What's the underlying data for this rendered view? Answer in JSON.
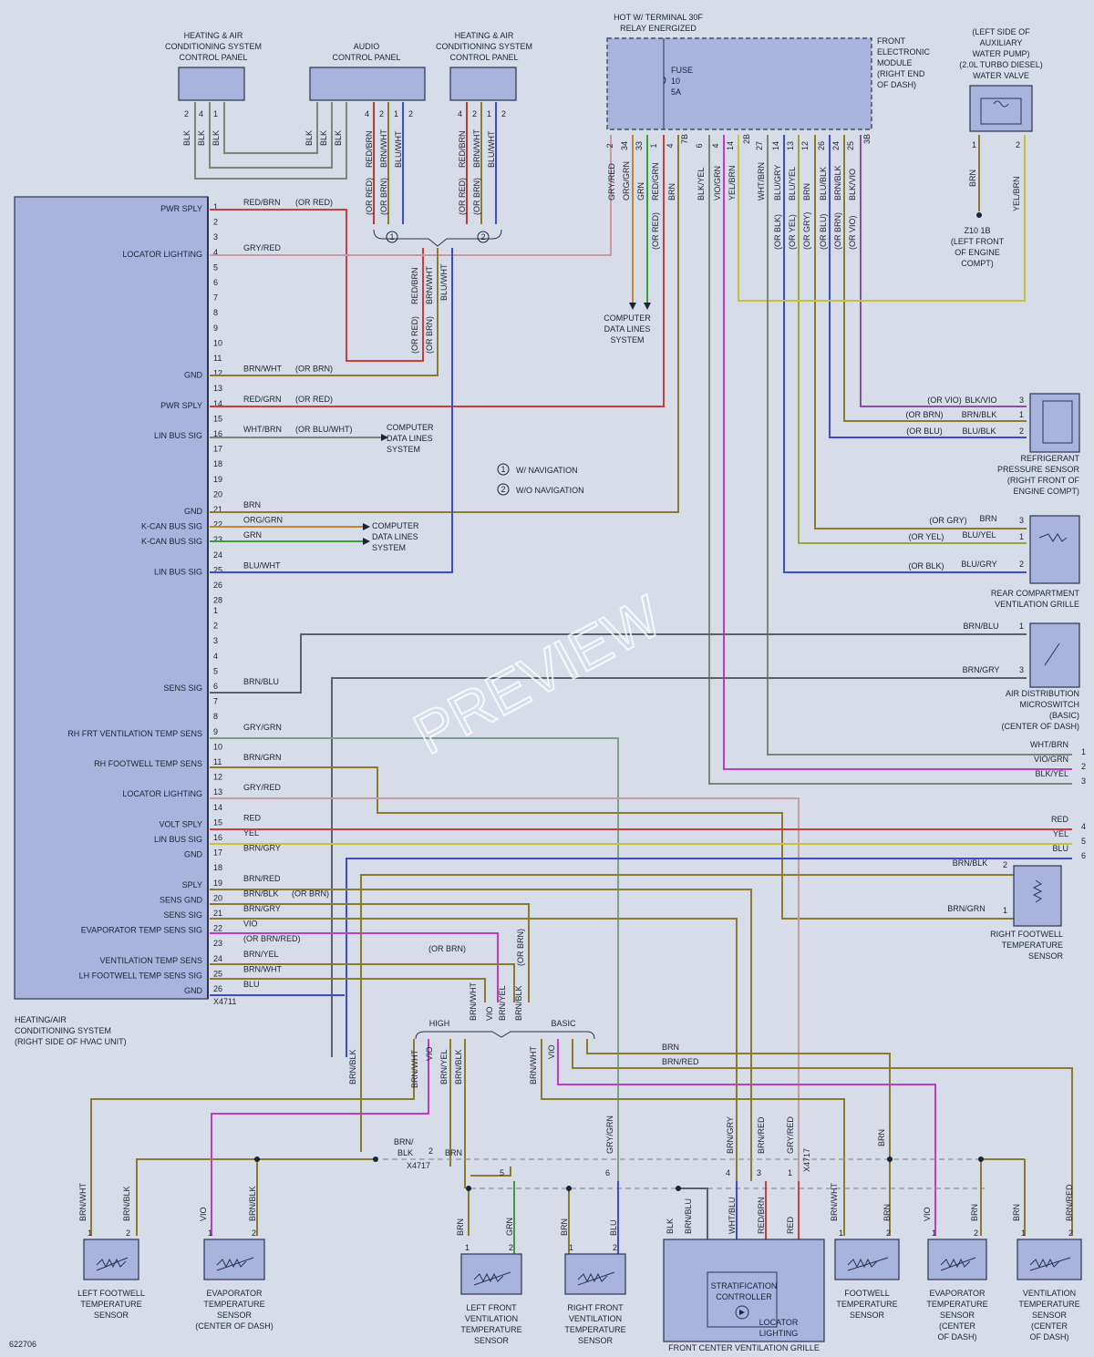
{
  "top": {
    "hvac_panel_1": [
      "HEATING & AIR",
      "CONDITIONING SYSTEM",
      "CONTROL PANEL"
    ],
    "audio_panel": [
      "AUDIO",
      "CONTROL PANEL"
    ],
    "hvac_panel_2": [
      "HEATING & AIR",
      "CONDITIONING SYSTEM",
      "CONTROL PANEL"
    ],
    "hot_label": [
      "HOT W/ TERMINAL 30F",
      "RELAY ENERGIZED"
    ],
    "fuse": [
      "FUSE",
      "10",
      "5A"
    ],
    "fem": [
      "FRONT",
      "ELECTRONIC",
      "MODULE",
      "(RIGHT END",
      "OF DASH)"
    ],
    "water_valve": [
      "(LEFT SIDE OF",
      "AUXILIARY",
      "WATER PUMP)",
      "(2.0L TURBO DIESEL)",
      "WATER VALVE"
    ],
    "ground_z10": [
      "Z10 1B",
      "(LEFT FRONT",
      "OF ENGINE",
      "COMPT)"
    ],
    "computer_data": [
      "COMPUTER",
      "DATA LINES",
      "SYSTEM"
    ]
  },
  "module_left_pins_a": [
    {
      "pin": "1",
      "label": "PWR SPLY",
      "wire": "RED/BRN",
      "alt": "(OR RED)"
    },
    {
      "pin": "2",
      "label": "",
      "wire": "",
      "alt": ""
    },
    {
      "pin": "3",
      "label": "",
      "wire": "",
      "alt": ""
    },
    {
      "pin": "4",
      "label": "LOCATOR LIGHTING",
      "wire": "GRY/RED",
      "alt": ""
    },
    {
      "pin": "5",
      "label": "",
      "wire": "",
      "alt": ""
    },
    {
      "pin": "6",
      "label": "",
      "wire": "",
      "alt": ""
    },
    {
      "pin": "7",
      "label": "",
      "wire": "",
      "alt": ""
    },
    {
      "pin": "8",
      "label": "",
      "wire": "",
      "alt": ""
    },
    {
      "pin": "9",
      "label": "",
      "wire": "",
      "alt": ""
    },
    {
      "pin": "10",
      "label": "",
      "wire": "",
      "alt": ""
    },
    {
      "pin": "11",
      "label": "",
      "wire": "",
      "alt": ""
    },
    {
      "pin": "12",
      "label": "GND",
      "wire": "BRN/WHT",
      "alt": "(OR BRN)"
    },
    {
      "pin": "13",
      "label": "",
      "wire": "",
      "alt": ""
    },
    {
      "pin": "14",
      "label": "PWR SPLY",
      "wire": "RED/GRN",
      "alt": "(OR RED)"
    },
    {
      "pin": "15",
      "label": "",
      "wire": "",
      "alt": ""
    },
    {
      "pin": "16",
      "label": "LIN BUS SIG",
      "wire": "WHT/BRN",
      "alt": "(OR BLU/WHT)"
    },
    {
      "pin": "17",
      "label": "",
      "wire": "",
      "alt": ""
    },
    {
      "pin": "18",
      "label": "",
      "wire": "",
      "alt": ""
    },
    {
      "pin": "19",
      "label": "",
      "wire": "",
      "alt": ""
    },
    {
      "pin": "20",
      "label": "",
      "wire": "",
      "alt": ""
    },
    {
      "pin": "21",
      "label": "GND",
      "wire": "BRN",
      "alt": ""
    },
    {
      "pin": "22",
      "label": "K-CAN BUS SIG",
      "wire": "ORG/GRN",
      "alt": ""
    },
    {
      "pin": "23",
      "label": "K-CAN BUS SIG",
      "wire": "GRN",
      "alt": ""
    },
    {
      "pin": "24",
      "label": "",
      "wire": "",
      "alt": ""
    },
    {
      "pin": "25",
      "label": "LIN BUS SIG",
      "wire": "BLU/WHT",
      "alt": ""
    },
    {
      "pin": "26",
      "label": "",
      "wire": "",
      "alt": ""
    },
    {
      "pin": "28",
      "label": "",
      "wire": "",
      "alt": ""
    }
  ],
  "module_left_pins_b": [
    {
      "pin": "1",
      "label": "",
      "wire": "",
      "alt": ""
    },
    {
      "pin": "2",
      "label": "",
      "wire": "",
      "alt": ""
    },
    {
      "pin": "3",
      "label": "",
      "wire": "",
      "alt": ""
    },
    {
      "pin": "4",
      "label": "",
      "wire": "",
      "alt": ""
    },
    {
      "pin": "5",
      "label": "",
      "wire": "",
      "alt": ""
    },
    {
      "pin": "6",
      "label": "SENS SIG",
      "wire": "BRN/BLU",
      "alt": ""
    },
    {
      "pin": "7",
      "label": "",
      "wire": "",
      "alt": ""
    },
    {
      "pin": "8",
      "label": "",
      "wire": "",
      "alt": ""
    },
    {
      "pin": "9",
      "label": "RH FRT VENTILATION TEMP SENS",
      "wire": "GRY/GRN",
      "alt": ""
    },
    {
      "pin": "10",
      "label": "",
      "wire": "",
      "alt": ""
    },
    {
      "pin": "11",
      "label": "RH FOOTWELL TEMP SENS",
      "wire": "BRN/GRN",
      "alt": ""
    },
    {
      "pin": "12",
      "label": "",
      "wire": "",
      "alt": ""
    },
    {
      "pin": "13",
      "label": "LOCATOR LIGHTING",
      "wire": "GRY/RED",
      "alt": ""
    },
    {
      "pin": "14",
      "label": "",
      "wire": "",
      "alt": ""
    },
    {
      "pin": "15",
      "label": "VOLT SPLY",
      "wire": "RED",
      "alt": ""
    },
    {
      "pin": "16",
      "label": "LIN BUS SIG",
      "wire": "YEL",
      "alt": ""
    },
    {
      "pin": "17",
      "label": "GND",
      "wire": "BRN/GRY",
      "alt": ""
    },
    {
      "pin": "18",
      "label": "",
      "wire": "",
      "alt": ""
    },
    {
      "pin": "19",
      "label": "SPLY",
      "wire": "BRN/RED",
      "alt": ""
    },
    {
      "pin": "20",
      "label": "SENS GND",
      "wire": "BRN/BLK",
      "alt": "(OR BRN)"
    },
    {
      "pin": "21",
      "label": "SENS SIG",
      "wire": "BRN/GRY",
      "alt": ""
    },
    {
      "pin": "22",
      "label": "EVAPORATOR TEMP SENS SIG",
      "wire": "VIO",
      "alt": ""
    },
    {
      "pin": "23",
      "label": "",
      "wire": "(OR BRN/RED)",
      "alt": ""
    },
    {
      "pin": "24",
      "label": "VENTILATION TEMP SENS",
      "wire": "BRN/YEL",
      "alt": ""
    },
    {
      "pin": "25",
      "label": "LH FOOTWELL TEMP SENS SIG",
      "wire": "BRN/WHT",
      "alt": ""
    },
    {
      "pin": "26",
      "label": "GND",
      "wire": "BLU",
      "alt": ""
    }
  ],
  "module": {
    "connector": "X4711",
    "name": [
      "HEATING/AIR",
      "CONDITIONING SYSTEM",
      "(RIGHT SIDE OF HVAC UNIT)"
    ]
  },
  "legend": [
    {
      "num": "1",
      "text": "W/ NAVIGATION"
    },
    {
      "num": "2",
      "text": "W/O NAVIGATION"
    }
  ],
  "fem_pins": [
    {
      "pin": "2",
      "wire": "GRY/RED",
      "alt": ""
    },
    {
      "pin": "34",
      "wire": "ORG/GRN",
      "alt": ""
    },
    {
      "pin": "33",
      "wire": "GRN",
      "alt": ""
    },
    {
      "pin": "1",
      "wire": "RED/GRN",
      "alt": "(OR RED)"
    },
    {
      "pin": "4",
      "wire": "BRN",
      "alt": ""
    },
    {
      "pin": "6",
      "wire": "BLK/YEL",
      "alt": ""
    },
    {
      "pin": "4",
      "wire": "VIO/GRN",
      "alt": ""
    },
    {
      "pin": "14",
      "wire": "YEL/BRN",
      "alt": ""
    },
    {
      "pin": "27",
      "wire": "WHT/BRN",
      "alt": ""
    },
    {
      "pin": "14",
      "wire": "BLU/GRY",
      "alt": "(OR BLK)"
    },
    {
      "pin": "13",
      "wire": "BLU/YEL",
      "alt": "(OR YEL)"
    },
    {
      "pin": "12",
      "wire": "BRN",
      "alt": "(OR GRY)"
    },
    {
      "pin": "26",
      "wire": "BLU/BLK",
      "alt": "(OR BLU)"
    },
    {
      "pin": "24",
      "wire": "BRN/BLK",
      "alt": "(OR BRN)"
    },
    {
      "pin": "25",
      "wire": "BLK/VIO",
      "alt": "(OR VIO)"
    }
  ],
  "fem_pin_extra": [
    "7B",
    "2B",
    "3B"
  ],
  "panel_pins_1": [
    "2",
    "4",
    "1"
  ],
  "panel_wires_1": [
    "BLK",
    "BLK",
    "BLK"
  ],
  "audio_pins": [
    "4",
    "2",
    "1",
    "2"
  ],
  "audio_wires": [
    "RED/BRN",
    "BRN/WHT",
    "BLU/WHT"
  ],
  "panel2_pins": [
    "4",
    "2",
    "1",
    "2"
  ],
  "panel2_wires": [
    "RED/BRN",
    "BRN/WHT",
    "BLU/WHT"
  ],
  "valve_pins": [
    "1",
    "2"
  ],
  "valve_wires": [
    "BRN",
    "YEL/BRN"
  ],
  "right_components": {
    "refrigerant": {
      "name": [
        "REFRIGERANT",
        "PRESSURE SENSOR",
        "(RIGHT FRONT OF",
        "ENGINE COMPT)"
      ],
      "rows": [
        {
          "alt": "(OR VIO)",
          "wire": "BLK/VIO",
          "pin": "3"
        },
        {
          "alt": "(OR BRN)",
          "wire": "BRN/BLK",
          "pin": "1"
        },
        {
          "alt": "(OR BLU)",
          "wire": "BLU/BLK",
          "pin": "2"
        }
      ]
    },
    "rear_grille": {
      "name": [
        "REAR COMPARTMENT",
        "VENTILATION GRILLE"
      ],
      "rows": [
        {
          "alt": "(OR GRY)",
          "wire": "BRN",
          "pin": "3"
        },
        {
          "alt": "(OR YEL)",
          "wire": "BLU/YEL",
          "pin": "1"
        },
        {
          "alt": "(OR BLK)",
          "wire": "BLU/GRY",
          "pin": "2"
        }
      ]
    },
    "microswitch": {
      "name": [
        "AIR DISTRIBUTION",
        "MICROSWITCH",
        "(BASIC)",
        "(CENTER OF DASH)"
      ],
      "rows": [
        {
          "wire": "BRN/BLU",
          "pin": "1"
        },
        {
          "wire": "BRN/GRY",
          "pin": "3"
        }
      ]
    },
    "offpage": [
      {
        "wire": "WHT/BRN",
        "num": "1"
      },
      {
        "wire": "VIO/GRN",
        "num": "2"
      },
      {
        "wire": "BLK/YEL",
        "num": "3"
      },
      {
        "wire": "RED",
        "num": "4"
      },
      {
        "wire": "YEL",
        "num": "5"
      },
      {
        "wire": "BLU",
        "num": "6"
      }
    ],
    "rh_footwell": {
      "name": [
        "RIGHT FOOTWELL",
        "TEMPERATURE",
        "SENSOR"
      ],
      "rows": [
        {
          "wire": "BRN/BLK",
          "pin": "2"
        },
        {
          "wire": "BRN/GRN",
          "pin": "1"
        }
      ]
    }
  },
  "splice": {
    "high": "HIGH",
    "basic": "BASIC",
    "x4717": "X4717",
    "brn_blk": [
      "BRN/",
      "BLK"
    ]
  },
  "vertical_labels": [
    "(OR BRN)",
    "BRN/WHT",
    "VIO",
    "BRN/YEL",
    "BRN/BLK",
    "BRN/BLK",
    "BRN/WHT",
    "VIO",
    "BRN/YEL",
    "BRN/BLK",
    "BRN/WHT",
    "VIO",
    "BRN",
    "BRN/RED",
    "GRY/GRN",
    "BRN/GRY",
    "BRN/RED",
    "GRY/RED",
    "BRN",
    "(OR RED)",
    "(OR BRN)",
    "RED/BRN",
    "BRN/WHT",
    "BLU/WHT"
  ],
  "bottom_sensors": [
    {
      "name": [
        "LEFT FOOTWELL",
        "TEMPERATURE",
        "SENSOR"
      ],
      "pins": [
        "1",
        "2"
      ],
      "wires": [
        "BRN/WHT",
        "BRN/BLK"
      ]
    },
    {
      "name": [
        "EVAPORATOR",
        "TEMPERATURE",
        "SENSOR",
        "(CENTER OF DASH)"
      ],
      "pins": [
        "1",
        "2"
      ],
      "wires": [
        "VIO",
        "BRN/BLK"
      ]
    },
    {
      "name": [
        "LEFT FRONT",
        "VENTILATION",
        "TEMPERATURE",
        "SENSOR"
      ],
      "pins": [
        "1",
        "2"
      ],
      "wires": [
        "BRN",
        "GRN"
      ]
    },
    {
      "name": [
        "RIGHT FRONT",
        "VENTILATION",
        "TEMPERATURE",
        "SENSOR"
      ],
      "pins": [
        "1",
        "2"
      ],
      "wires": [
        "BRN",
        "BLU"
      ]
    },
    {
      "name": [
        "FOOTWELL",
        "TEMPERATURE",
        "SENSOR"
      ],
      "pins": [
        "1",
        "2"
      ],
      "wires": [
        "BRN/WHT",
        "BRN"
      ]
    },
    {
      "name": [
        "EVAPORATOR",
        "TEMPERATURE",
        "SENSOR",
        "(CENTER",
        "OF DASH)"
      ],
      "pins": [
        "1",
        "2"
      ],
      "wires": [
        "VIO",
        "BRN"
      ]
    },
    {
      "name": [
        "VENTILATION",
        "TEMPERATURE",
        "SENSOR",
        "(CENTER",
        "OF DASH)"
      ],
      "pins": [
        "1",
        "2"
      ],
      "wires": [
        "BRN",
        "BRN/RED"
      ]
    }
  ],
  "center_grille": {
    "name": "FRONT CENTER VENTILATION GRILLE",
    "strat": [
      "STRATIFICATION",
      "CONTROLLER"
    ],
    "locator": [
      "LOCATOR",
      "LIGHTING"
    ],
    "wires": [
      "BLK",
      "BRN/BLU",
      "WHT/BLU",
      "RED/BRN",
      "RED"
    ],
    "pins": [
      "4",
      "3",
      "1"
    ]
  },
  "x4717_pins": [
    "2",
    "5",
    "6",
    "4",
    "3",
    "1"
  ],
  "watermark": "PREVIEW",
  "code": "622706"
}
